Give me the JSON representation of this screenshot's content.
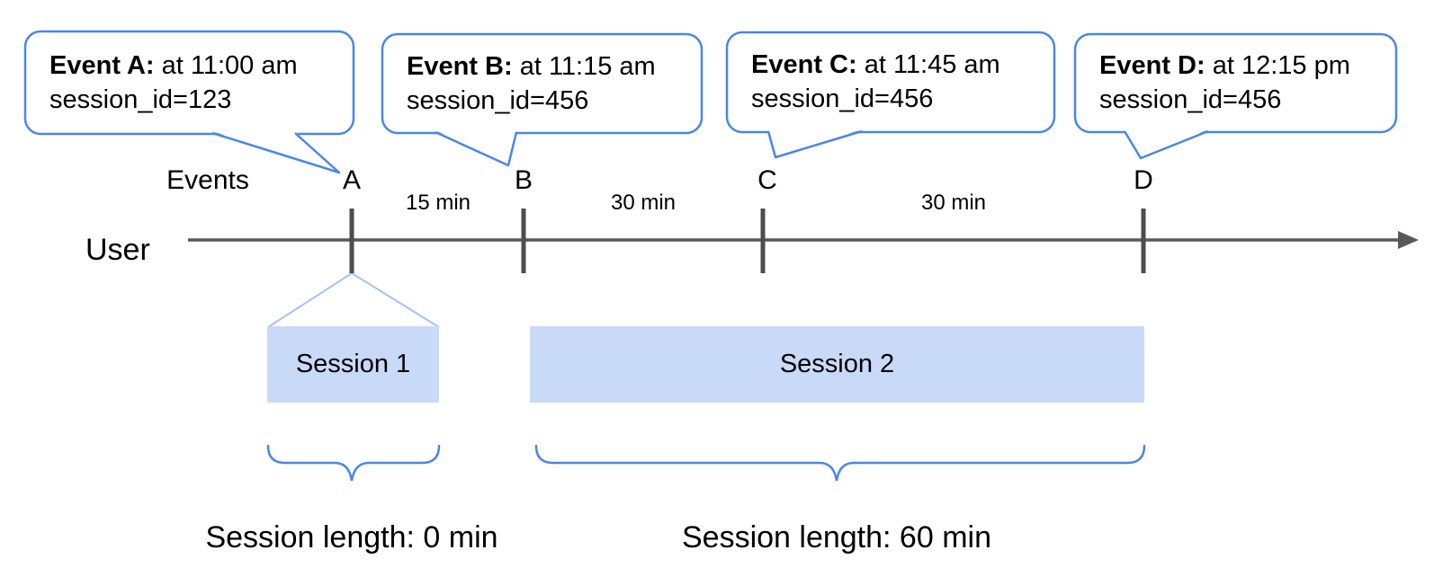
{
  "bubbles": [
    {
      "label": "Event A:",
      "time": " at 11:00 am",
      "session": "session_id=123"
    },
    {
      "label": "Event B:",
      "time": " at 11:15 am",
      "session": "session_id=456"
    },
    {
      "label": "Event C:",
      "time": " at 11:45 am",
      "session": "session_id=456"
    },
    {
      "label": "Event D:",
      "time": " at 12:15 pm",
      "session": "session_id=456"
    }
  ],
  "timeline": {
    "events_label": "Events",
    "user_label": "User",
    "tick_labels": [
      "A",
      "B",
      "C",
      "D"
    ],
    "intervals": [
      "15 min",
      "30 min",
      "30 min"
    ]
  },
  "sessions": [
    {
      "label": "Session 1",
      "length": "Session length: 0 min"
    },
    {
      "label": "Session 2",
      "length": "Session length: 60 min"
    }
  ],
  "colors": {
    "accent_blue": "#4a86e8",
    "funnel_light_blue": "#a4c2f4",
    "session_fill": "#c9daf8",
    "line_gray": "#595959"
  }
}
